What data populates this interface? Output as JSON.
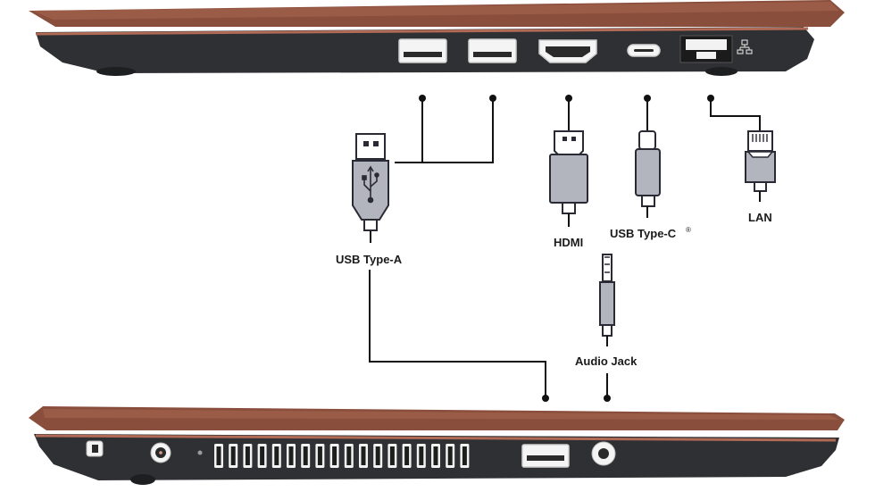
{
  "diagram": {
    "labels": {
      "usb_a": "USB Type-A",
      "hdmi": "HDMI",
      "usb_c": "USB Type-C",
      "usb_c_mark": "®",
      "lan": "LAN",
      "audio": "Audio Jack"
    },
    "colors": {
      "laptop_lid": "#8a4e3c",
      "laptop_base": "#2f3033",
      "trim": "#b06a55",
      "plug_body": "#b3b5be",
      "line": "#111111"
    }
  }
}
